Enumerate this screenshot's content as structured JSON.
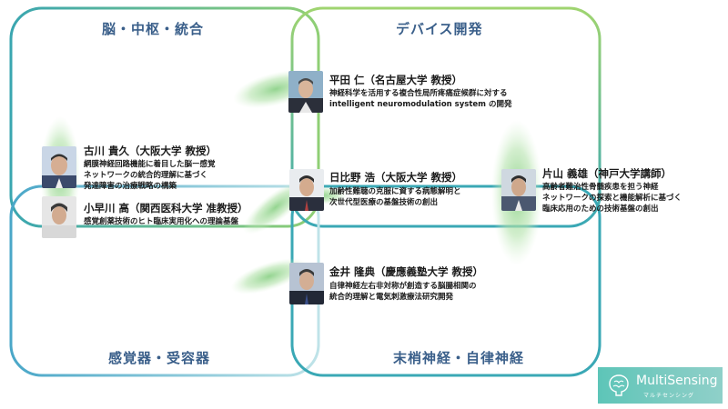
{
  "quadrants": {
    "top_left": "脳・中枢・統合",
    "top_right": "デバイス開発",
    "bottom_left": "感覚器・受容器",
    "bottom_right": "末梢神経・自律神経"
  },
  "people": {
    "hirata": {
      "name": "平田 仁（名古屋大学 教授）",
      "desc1": "神経科学を活用する複合性局所疼痛症候群に対する",
      "desc2": "intelligent neuromodulation system の開発"
    },
    "furukawa": {
      "name": "古川 貴久（大阪大学 教授）",
      "desc1": "網膜神経回路機能に着目した脳ー感覚",
      "desc2": "ネットワークの統合的理解に基づく",
      "desc3": "発達障害の治療戦略の構築"
    },
    "kobayakawa": {
      "name": "小早川 高（関西医科大学 准教授）",
      "desc1": "感覚創薬技術のヒト臨床実用化への理論基盤"
    },
    "hibino": {
      "name": "日比野 浩（大阪大学 教授）",
      "desc1": "加齢性難聴の克服に資する病態解明と",
      "desc2": "次世代型医療の基盤技術の創出"
    },
    "katayama": {
      "name": "片山 義雄（神戸大学講師）",
      "desc1": "高齢者難治性骨髄疾患を担う神経",
      "desc2": "ネットワークの探索と機能解析に基づく",
      "desc3": "臨床応用のための技術基盤の創出"
    },
    "kanai": {
      "name": "金井 隆典（慶應義塾大学 教授）",
      "desc1": "自律神経左右非対称が創造する脳腸相関の",
      "desc2": "統合的理解と電気刺激療法研究開発"
    }
  },
  "logo": {
    "main": "MultiSensing",
    "sub": "マルチセンシング"
  }
}
